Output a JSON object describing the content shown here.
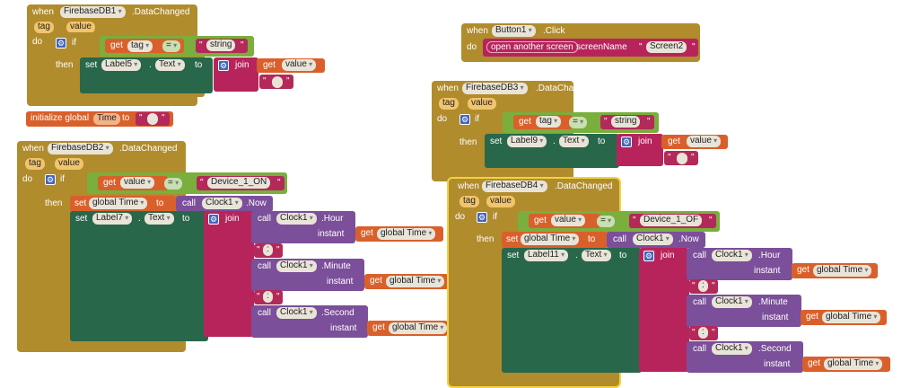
{
  "kw": {
    "when": "when",
    "do": "do",
    "if": "if",
    "then": "then",
    "set": "set",
    "to": "to",
    "join": "join",
    "call": "call",
    "get": "get",
    "instant": "instant",
    "eq": "=",
    "tag": "tag",
    "value": "value",
    "dot": ".",
    "quote": "\""
  },
  "b1": {
    "component": "FirebaseDB1",
    "event": ".DataChanged",
    "p1": "tag",
    "p2": "value",
    "get_var": "tag",
    "str": "string",
    "label": "Label5",
    "prop": "Text",
    "get_val": "value"
  },
  "init": {
    "text": "initialize global",
    "name": "Time",
    "to": "to"
  },
  "b2": {
    "component": "FirebaseDB2",
    "event": ".DataChanged",
    "p1": "tag",
    "p2": "value",
    "get_var": "value",
    "str": "Device_1_ON",
    "gvar": "global Time",
    "clock": "Clock1",
    "now": ".Now",
    "label": "Label7",
    "prop": "Text",
    "hour": ".Hour",
    "minute": ".Minute",
    "second": ".Second",
    "sep": ":"
  },
  "btn": {
    "component": "Button1",
    "event": ".Click",
    "action": "open another screen",
    "param": "screenName",
    "value": "Screen2"
  },
  "b3": {
    "component": "FirebaseDB3",
    "event": ".DataChanged",
    "p1": "tag",
    "p2": "value",
    "get_var": "tag",
    "str": "string",
    "label": "Label9",
    "prop": "Text",
    "get_val": "value"
  },
  "b4": {
    "component": "FirebaseDB4",
    "event": ".DataChanged",
    "p1": "tag",
    "p2": "value",
    "get_var": "value",
    "str": "Device_1_OF",
    "gvar": "global Time",
    "clock": "Clock1",
    "now": ".Now",
    "label": "Label11",
    "prop": "Text",
    "hour": ".Hour",
    "minute": ".Minute",
    "second": ".Second",
    "sep": ":"
  }
}
